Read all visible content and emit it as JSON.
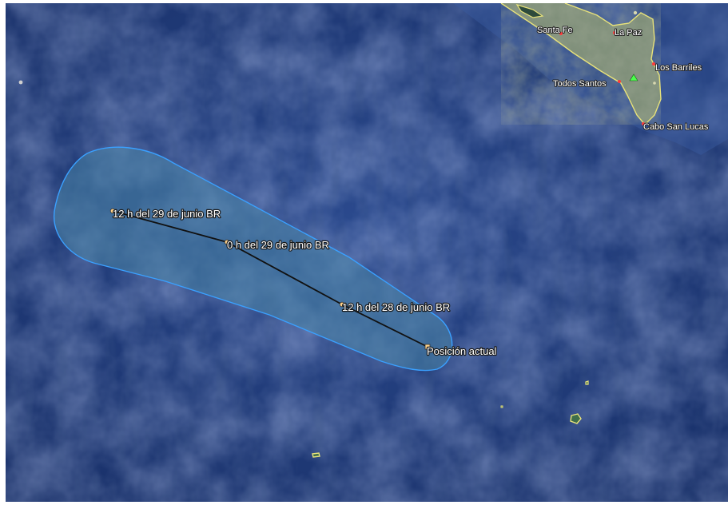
{
  "map": {
    "colors": {
      "ocean": "#1f3a7a",
      "cone_fill": "#4a86a8",
      "cone_stroke": "#3aa0ff",
      "track_line": "#111111",
      "coast": "#e8e27a",
      "land": "#7f8f7a",
      "city_dot": "#ff3b3b",
      "track_point": "#ffd28a"
    },
    "track_points": [
      {
        "label": "12 h del 29 de junio BR",
        "marker": "circle"
      },
      {
        "label": "0 h del 29 de junio BR",
        "marker": "circle"
      },
      {
        "label": "12 h del 28 de junio BR",
        "marker": "circle"
      },
      {
        "label": "Posición actual",
        "marker": "square"
      }
    ],
    "places": [
      {
        "name": "Santa Fe"
      },
      {
        "name": "La Paz"
      },
      {
        "name": "Los Barriles"
      },
      {
        "name": "Todos Santos"
      },
      {
        "name": "Cabo San Lucas"
      }
    ],
    "peak_icon": "mountain-triangle-icon"
  }
}
